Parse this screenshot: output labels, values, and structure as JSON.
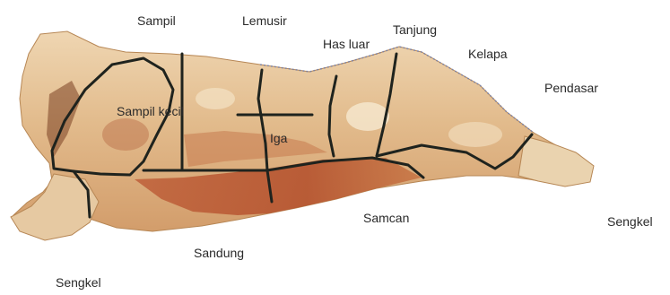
{
  "labels": {
    "sampil": "Sampil",
    "lemusir": "Lemusir",
    "has_luar": "Has luar",
    "tanjung": "Tanjung",
    "kelapa": "Kelapa",
    "pendasar": "Pendasar",
    "sampil_kecil": "Sampil kecil",
    "iga": "Iga",
    "samcan": "Samcan",
    "sengkel_right": "Sengkel",
    "sandung": "Sandung",
    "sengkel_left": "Sengkel"
  },
  "colors": {
    "meat_light": "#e8c9a0",
    "meat_mid": "#d9a777",
    "meat_red": "#b9583a",
    "bone": "#efe3c8",
    "cut_lines": "#1f231e"
  }
}
